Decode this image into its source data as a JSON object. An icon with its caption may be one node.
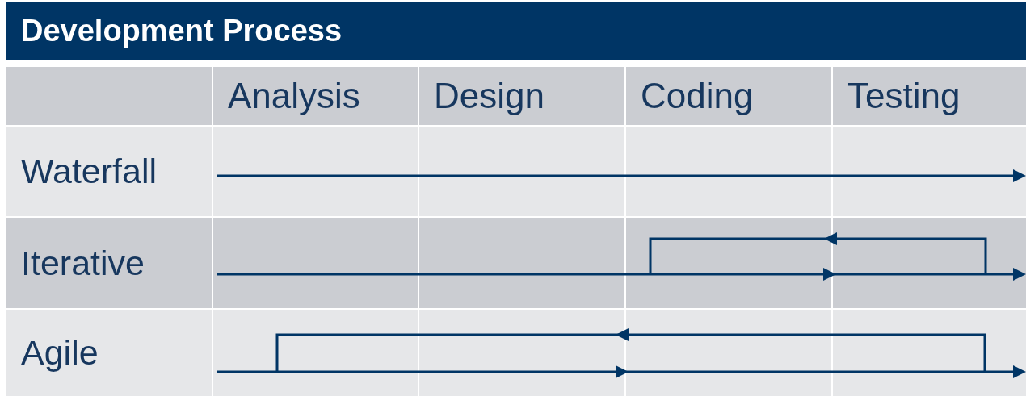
{
  "diagram": {
    "title": "Development Process",
    "labels": [
      "Analysis",
      "Design",
      "Coding",
      "Testing",
      "Waterfall",
      "Iterative",
      "Agile"
    ]
  }
}
